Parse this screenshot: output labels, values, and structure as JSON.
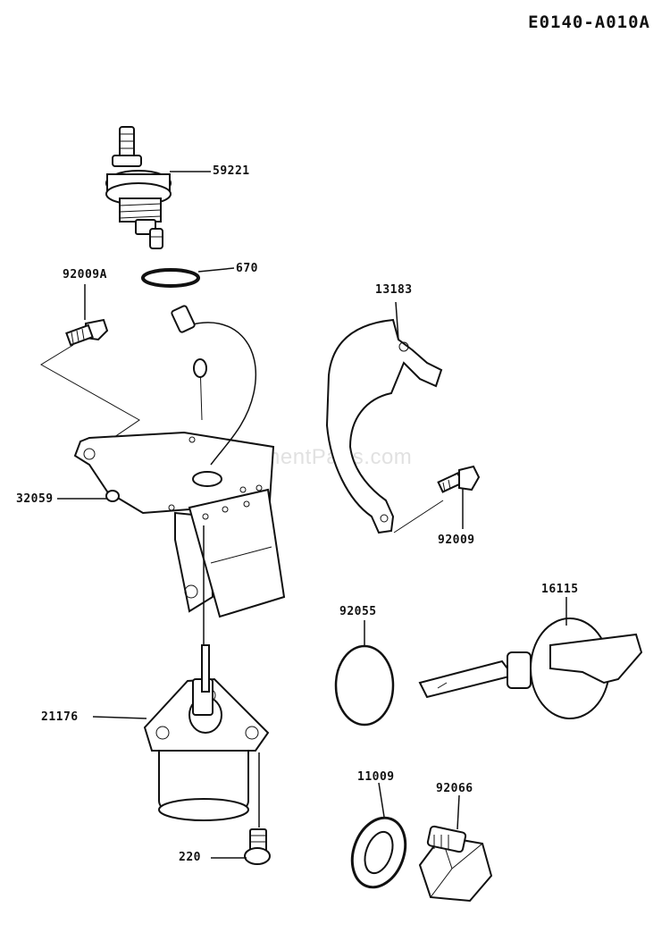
{
  "diagram_code": "E0140-A010A",
  "watermark": "eReplacementParts.com",
  "parts": [
    {
      "ref": "59221",
      "icon": "fuel-valve"
    },
    {
      "ref": "670",
      "icon": "o-ring"
    },
    {
      "ref": "92009A",
      "icon": "bolt"
    },
    {
      "ref": "13183",
      "icon": "bracket"
    },
    {
      "ref": "32059",
      "icon": "plate"
    },
    {
      "ref": "92009",
      "icon": "bolt"
    },
    {
      "ref": "16115",
      "icon": "cap-dipstick"
    },
    {
      "ref": "92055",
      "icon": "o-ring"
    },
    {
      "ref": "21176",
      "icon": "solenoid"
    },
    {
      "ref": "11009",
      "icon": "gasket"
    },
    {
      "ref": "92066",
      "icon": "drain-plug"
    },
    {
      "ref": "220",
      "icon": "screw"
    }
  ]
}
